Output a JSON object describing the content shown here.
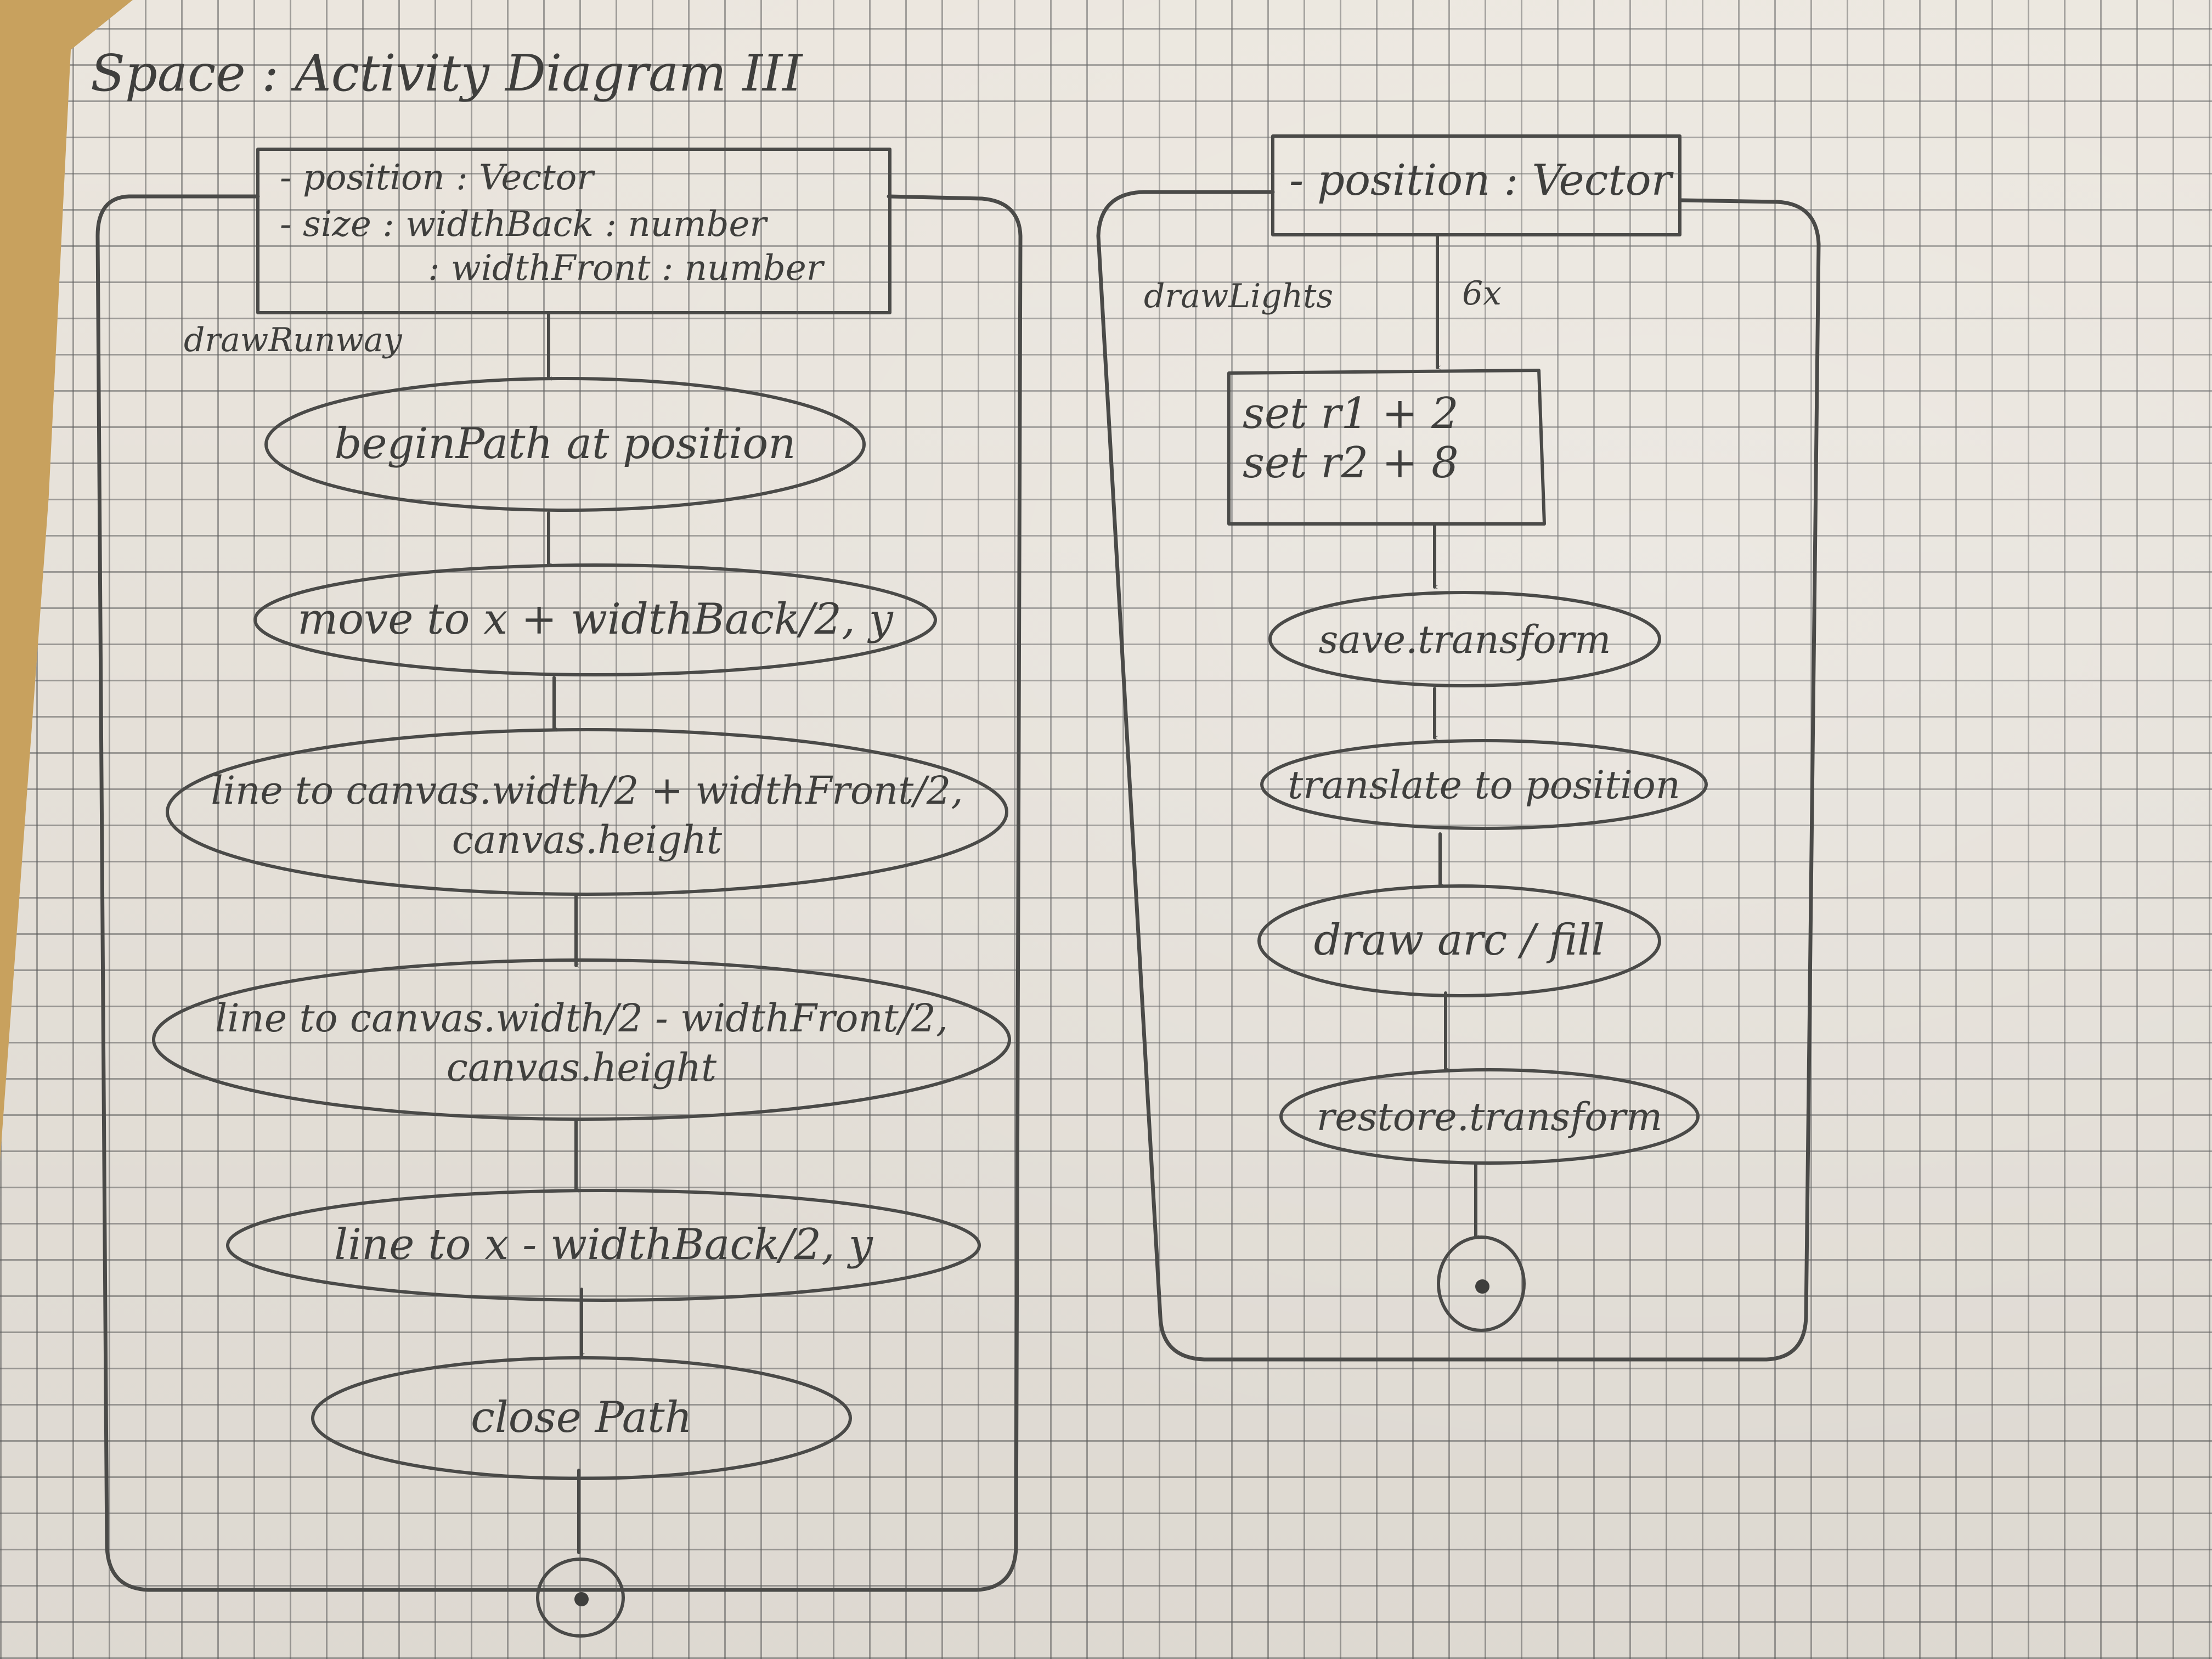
{
  "title": "Space : Activity Diagram III",
  "runway": {
    "attributes": [
      "- position : Vector",
      "- size : widthBack : number",
      ": widthFront : number"
    ],
    "entry_label": "drawRunway",
    "actions": [
      {
        "line1": "beginPath at position",
        "line2": ""
      },
      {
        "line1": "move to x + widthBack/2, y",
        "line2": ""
      },
      {
        "line1": "line to canvas.width/2 + widthFront/2,",
        "line2": "canvas.height"
      },
      {
        "line1": "line to canvas.width/2 - widthFront/2,",
        "line2": "canvas.height"
      },
      {
        "line1": "line to x - widthBack/2, y",
        "line2": ""
      },
      {
        "line1": "close Path",
        "line2": ""
      }
    ]
  },
  "lights": {
    "attributes": [
      "- position : Vector"
    ],
    "entry_label": "drawLights",
    "loop_label": "6x",
    "set_block": [
      "set   r1 + 2",
      "set   r2 + 8"
    ],
    "actions": [
      {
        "line1": "save.transform"
      },
      {
        "line1": "translate to position"
      },
      {
        "line1": "draw arc / fill"
      },
      {
        "line1": "restore.transform"
      }
    ]
  }
}
